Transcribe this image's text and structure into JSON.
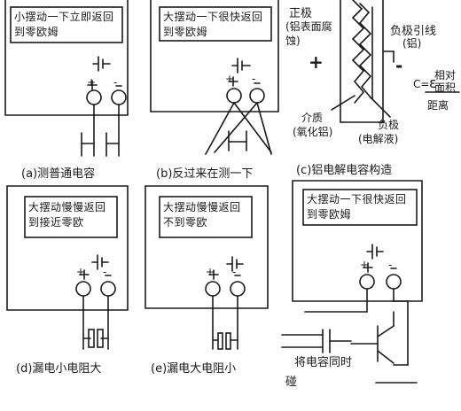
{
  "panels": {
    "a": {
      "display": "小摆动一下立即返回到零欧姆",
      "plus": "+",
      "minus": "-",
      "caption": "(a)测普通电容"
    },
    "b": {
      "display": "大摆动一下很快返回到零欧姆",
      "plus": "+",
      "minus": "-",
      "caption": "(b)反过来在测一下"
    },
    "c": {
      "positive": "正极",
      "positive_sub": "(铝表面腐蚀)",
      "negative_lead": "负极引线",
      "negative_lead_sub": "(铝)",
      "plus": "+",
      "minus": "-",
      "dielectric": "介质",
      "dielectric_sub": "(氧化铝)",
      "cathode": "负极",
      "cathode_sub": "(电解液)",
      "formula_c": "C=",
      "formula_eps": "ε",
      "formula_num": "相对面积",
      "formula_den": "距离",
      "caption": "(c)铝电解电容构造"
    },
    "d": {
      "display": "大摆动慢慢返回到接近零欧",
      "plus": "+",
      "minus": "-",
      "caption": "(d)漏电小电阻大"
    },
    "e": {
      "display": "大摆动慢慢返回不到零欧",
      "plus": "+",
      "minus": "-",
      "caption": "(e)漏电大电阻小"
    },
    "f": {
      "display": "大摆动一下很快返回到零欧姆",
      "plus": "+",
      "minus": "-",
      "note": "将电容同时",
      "note2": "碰"
    }
  }
}
